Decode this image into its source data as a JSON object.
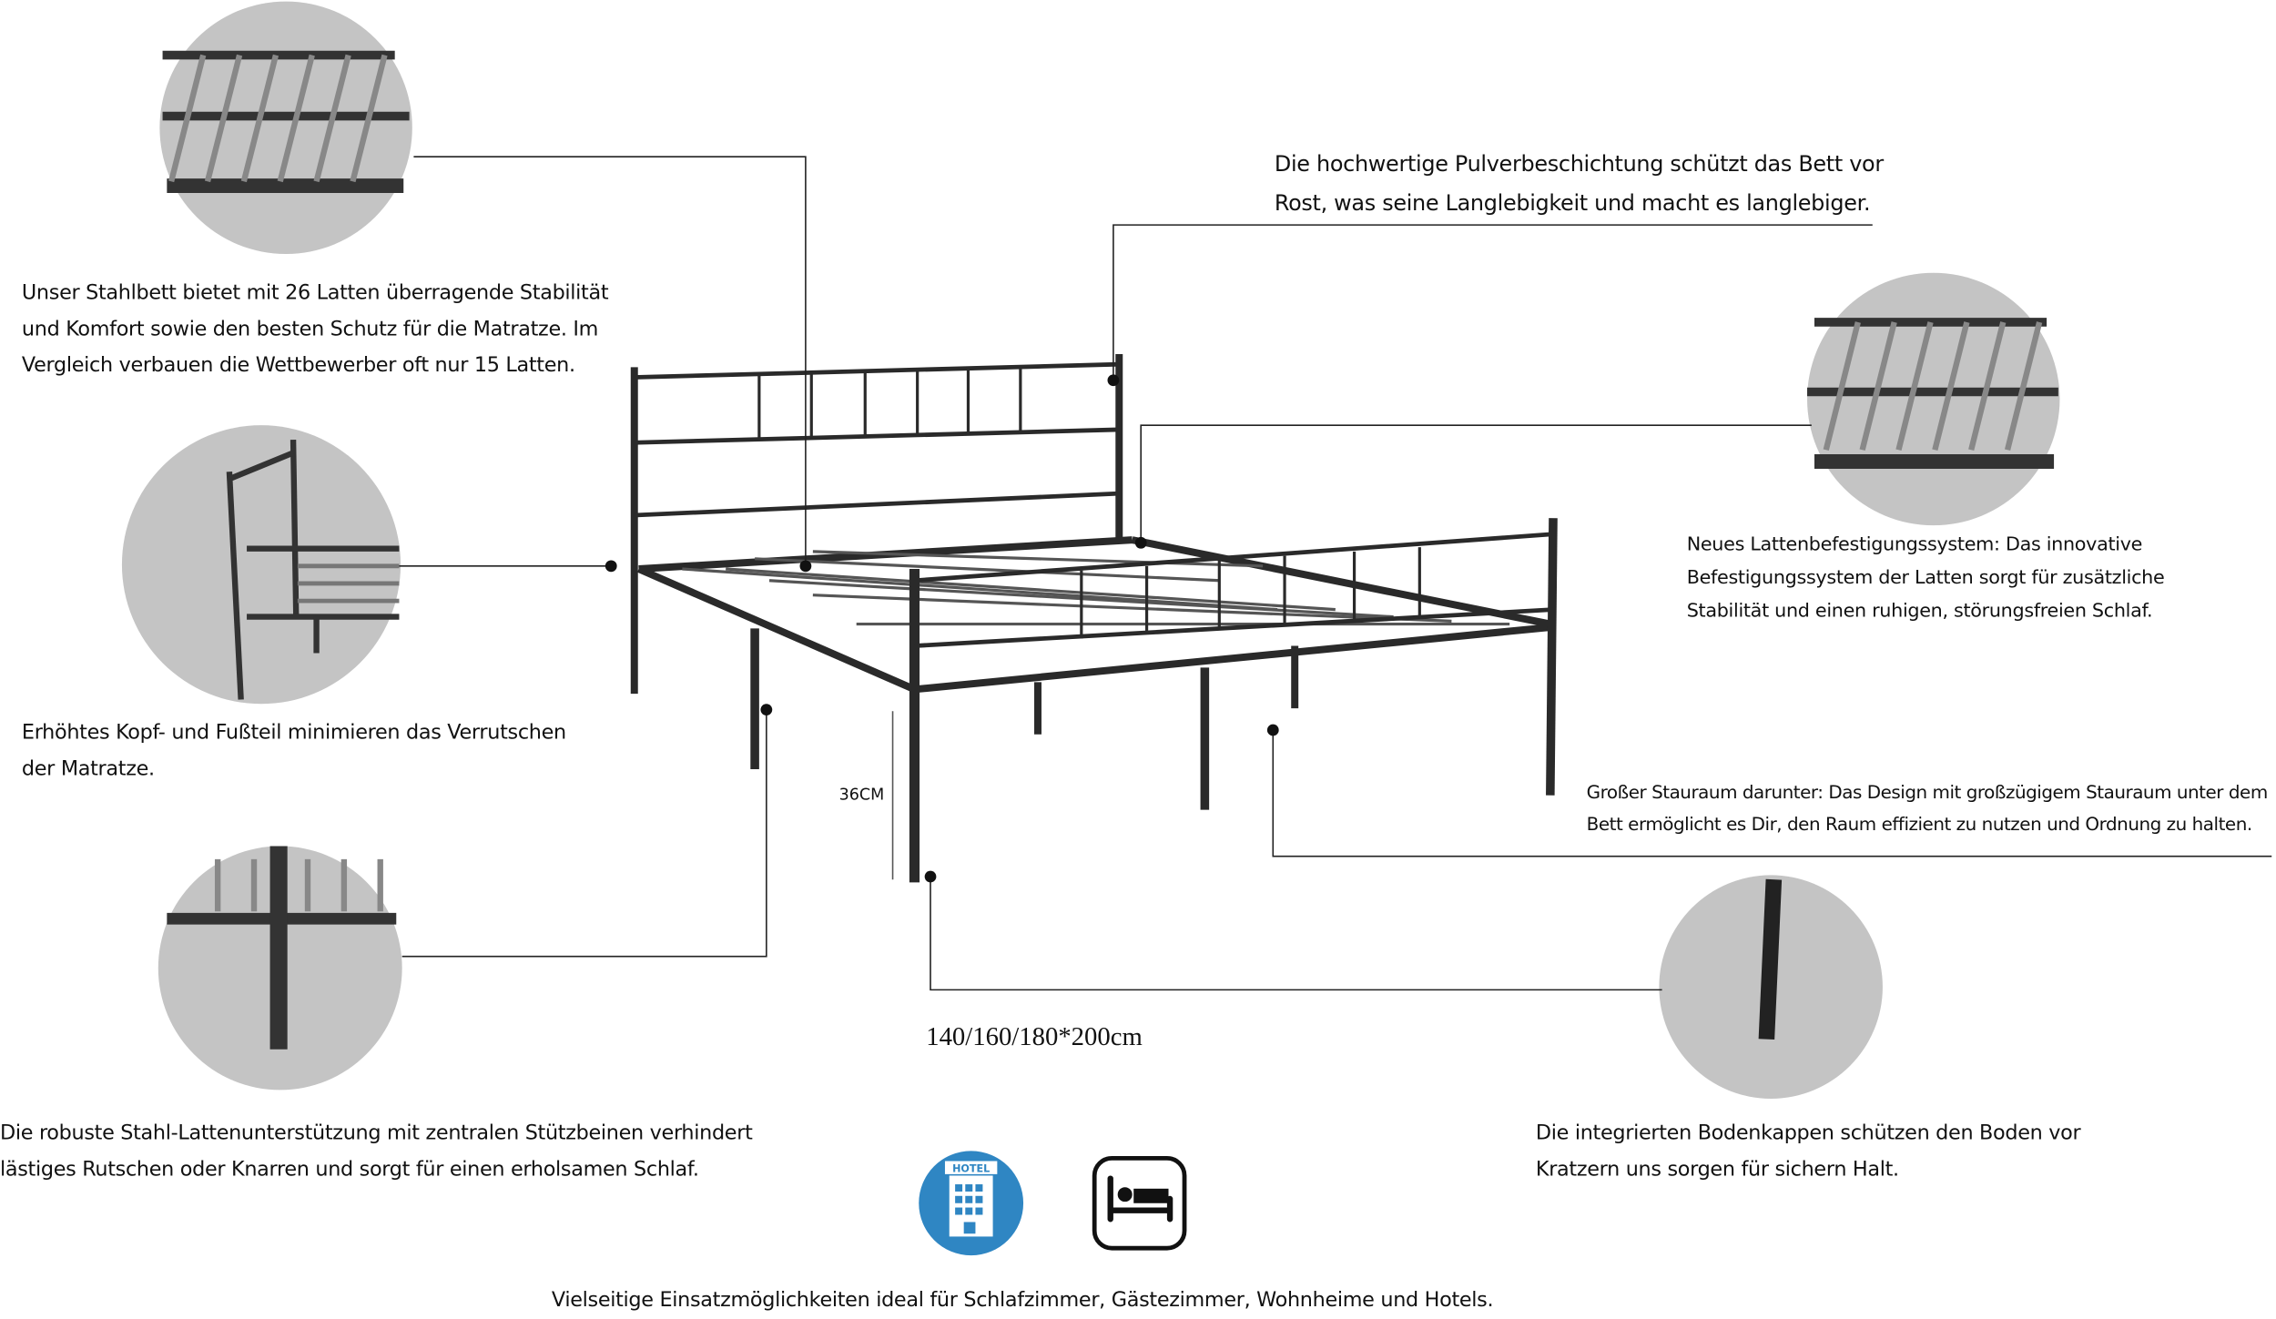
{
  "callouts": {
    "slats": "Unser Stahlbett bietet mit 26 Latten überragende Stabilität\nund Komfort sowie den besten Schutz für die Matratze. Im\n Vergleich verbauen die Wettbewerber oft nur 15 Latten.",
    "coating": "Die hochwertige Pulverbeschichtung schützt das Bett vor\nRost, was seine Langlebigkeit und macht es langlebiger.",
    "fastening": "Neues Lattenbefestigungssystem: Das innovative\nBefestigungssystem der Latten sorgt für zusätzliche\nStabilität und einen ruhigen, störungsfreien Schlaf.",
    "headboard": "Erhöhtes Kopf- und Fußteil minimieren das Verrutschen\nder Matratze.",
    "storage": "Großer Stauraum darunter: Das Design mit großzügigem Stauraum unter dem\nBett ermöglicht es Dir, den Raum effizient zu nutzen und Ordnung zu halten.",
    "support": "Die robuste Stahl-Lattenunterstützung mit zentralen Stützbeinen verhindert\nlästiges Rutschen oder Knarren und sorgt für einen erholsamen Schlaf.",
    "floorcaps": "Die integrierten Bodenkappen schützen den Boden vor\nKratzern uns sorgen für sichern Halt."
  },
  "dimensions": {
    "height": "36CM",
    "size": "140/160/180*200cm"
  },
  "usage": {
    "text": "Vielseitige Einsatzmöglichkeiten ideal für Schlafzimmer, Gästezimmer, Wohnheime und Hotels.",
    "hotel_label": "HOTEL"
  },
  "colors": {
    "circle": "#c4c4c4",
    "hotel": "#2f86c3",
    "frame": "#2a2a2a"
  }
}
